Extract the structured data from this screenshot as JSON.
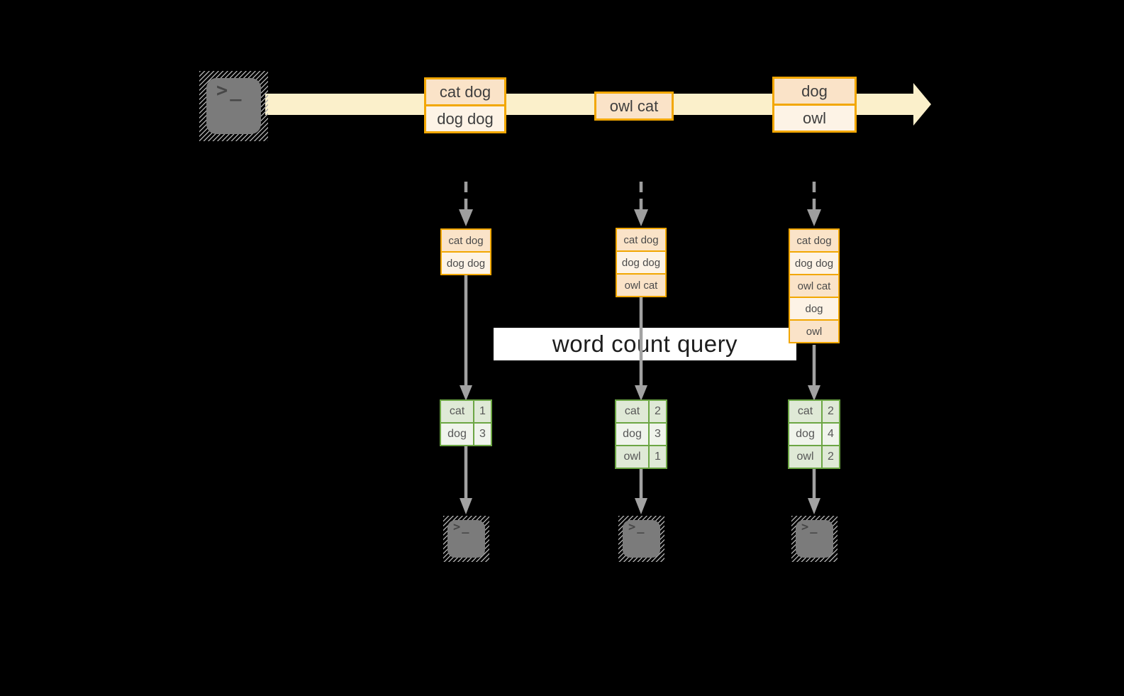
{
  "banner": {
    "label": "word count query"
  },
  "terminal": {
    "glyph": ">_"
  },
  "stream_batches": [
    {
      "items": [
        "cat dog",
        "dog dog"
      ]
    },
    {
      "items": [
        "owl cat"
      ]
    },
    {
      "items": [
        "dog",
        "owl"
      ]
    }
  ],
  "columns": [
    {
      "buffer": [
        "cat dog",
        "dog dog"
      ],
      "counts": [
        {
          "word": "cat",
          "count": "1"
        },
        {
          "word": "dog",
          "count": "3"
        }
      ]
    },
    {
      "buffer": [
        "cat dog",
        "dog dog",
        "owl cat"
      ],
      "counts": [
        {
          "word": "cat",
          "count": "2"
        },
        {
          "word": "dog",
          "count": "3"
        },
        {
          "word": "owl",
          "count": "1"
        }
      ]
    },
    {
      "buffer": [
        "cat dog",
        "dog dog",
        "owl cat",
        "dog",
        "owl"
      ],
      "counts": [
        {
          "word": "cat",
          "count": "2"
        },
        {
          "word": "dog",
          "count": "4"
        },
        {
          "word": "owl",
          "count": "2"
        }
      ]
    }
  ],
  "colors": {
    "background": "#000000",
    "stream_arrow": "#FBF0CB",
    "box_border": "#F2A702",
    "box_fill_peach": "#FAE3C8",
    "box_fill_cream": "#FDF3E6",
    "table_border": "#6CA644",
    "table_fill_dark": "#DFE9D6",
    "table_fill_light": "#F0F4EC",
    "connector_gray": "#A2A2A2",
    "banner_background": "#FFFFFF"
  }
}
